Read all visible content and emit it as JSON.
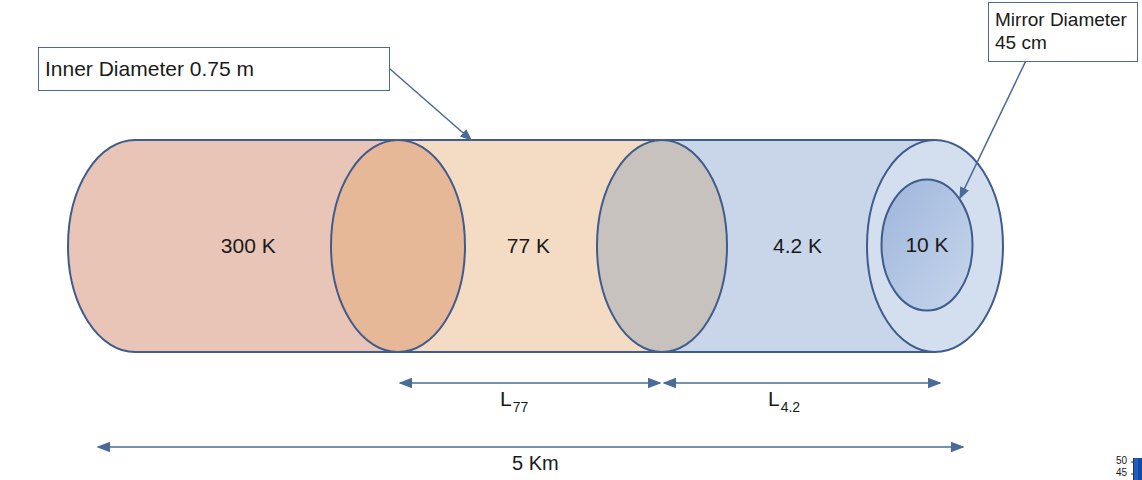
{
  "diagram": {
    "nodes": [
      {
        "text": [
          "Inner Diameter 0.75 m"
        ]
      },
      {
        "text": [
          "Mirror Diameter 45 cm"
        ]
      },
      {
        "text": [
          "300 K"
        ]
      },
      {
        "text": [
          "77 K"
        ]
      },
      {
        "text": [
          "4.2 K"
        ]
      },
      {
        "text": [
          "10 K"
        ],
        "in": 4
      }
    ],
    "edges": [
      {
        "from": 0,
        "to": 3,
        "arrow": "to"
      },
      {
        "from": 1,
        "to": 5,
        "arrow": "to"
      }
    ],
    "labels": [
      "L",
      "77",
      "L",
      "4.2",
      "5 Km",
      "50",
      "45"
    ]
  }
}
